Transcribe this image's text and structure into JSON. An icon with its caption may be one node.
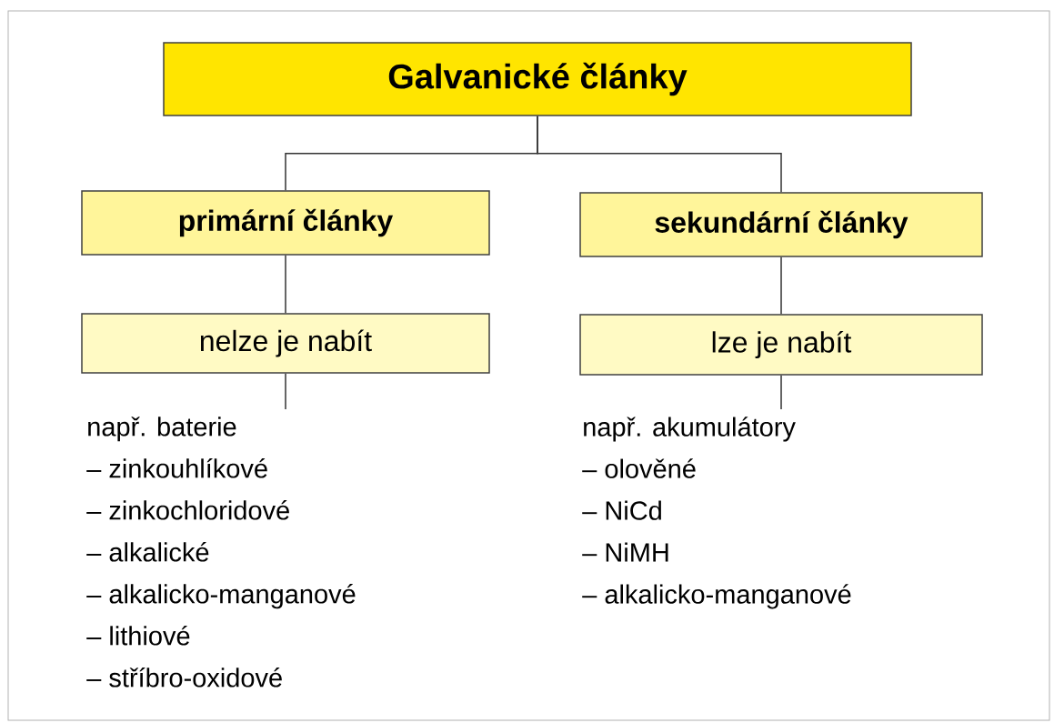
{
  "diagram": {
    "nodes": [
      {
        "text": [
          "Galvanické články"
        ]
      },
      {
        "text": [
          "primární články"
        ]
      },
      {
        "text": [
          "sekundární články"
        ]
      },
      {
        "text": [
          "nelze je nabít"
        ]
      },
      {
        "text": [
          "lze je nabít"
        ]
      },
      {
        "text": [
          "např. baterie",
          "– zinkouhlíkové",
          "– zinkochloridové",
          "– alkalické",
          "– alkalicko-manganové",
          "– lithiové",
          "– stříbro-oxidové"
        ]
      },
      {
        "text": [
          "např. akumulátory",
          "– olověné",
          "– NiCd",
          "– NiMH",
          "– alkalicko-manganové"
        ]
      }
    ],
    "edges": [
      {
        "from": 0,
        "to": 1,
        "arrow": "none"
      },
      {
        "from": 0,
        "to": 2,
        "arrow": "none"
      },
      {
        "from": 1,
        "to": 3,
        "arrow": "none"
      },
      {
        "from": 2,
        "to": 4,
        "arrow": "none"
      },
      {
        "from": 3,
        "to": 5,
        "arrow": "none"
      },
      {
        "from": 4,
        "to": 6,
        "arrow": "none"
      }
    ]
  }
}
